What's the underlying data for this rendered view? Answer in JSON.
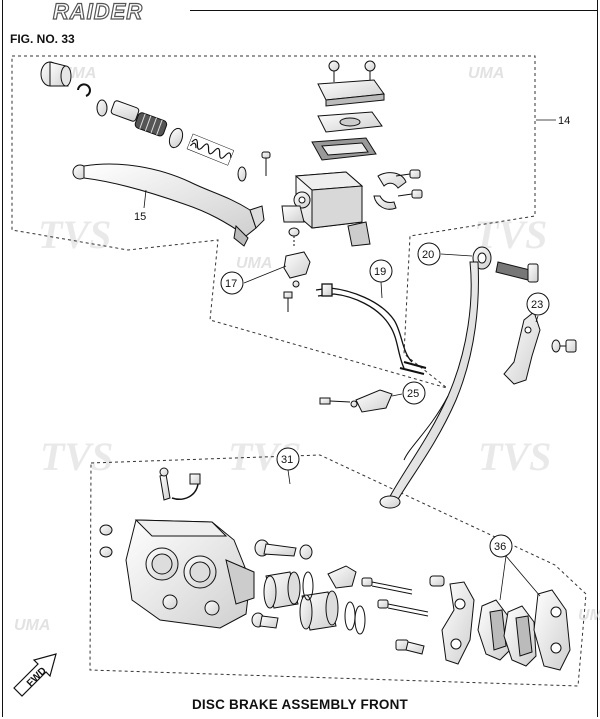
{
  "brand_logo_text": "RAIDER",
  "figure_number": "FIG. NO. 33",
  "caption": "DISC BRAKE ASSEMBLY FRONT",
  "fwd_label": "FWD",
  "watermarks": [
    "TVS",
    "UMA"
  ],
  "callouts": [
    "14",
    "15",
    "17",
    "19",
    "20",
    "23",
    "25",
    "31",
    "36"
  ],
  "colors": {
    "line": "#111111",
    "part_fill": "#f4f4f4",
    "shade": "#c8c8c8",
    "watermark": "#d8d8d8"
  }
}
